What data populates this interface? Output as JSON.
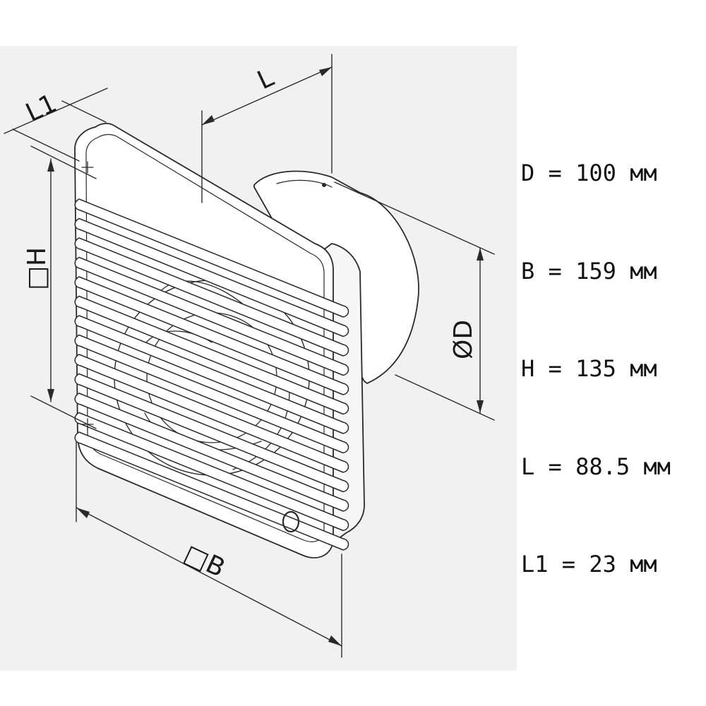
{
  "labels": {
    "L1": "L1",
    "L": "L",
    "H": "□H",
    "D": "ØD",
    "B": "□B"
  },
  "specs": [
    "D = 100 мм",
    "B = 159 мм",
    "H = 135 мм",
    "L = 88.5 мм",
    "L1 = 23 мм"
  ],
  "colors": {
    "panel": "#f1f1f1",
    "body_fill": "#ffffff",
    "line": "#2a2a2a"
  }
}
